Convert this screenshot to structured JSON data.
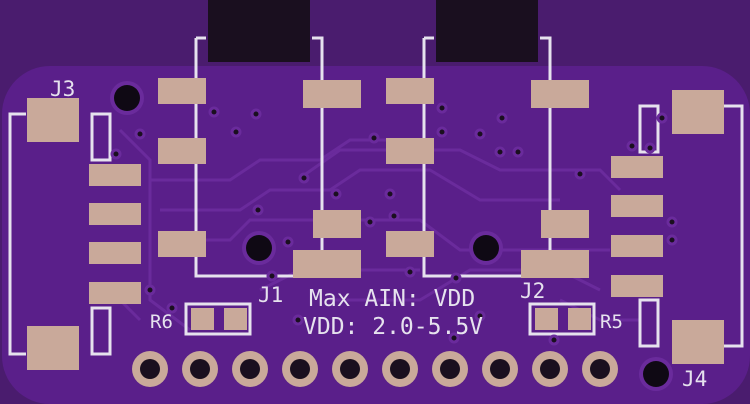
{
  "board": {
    "colors": {
      "background": "#4a1c6e",
      "soldermask": "#5a1f8a",
      "trace": "#6a2b9c",
      "pad_copper": "#c9a99a",
      "silkscreen": "#e6e2ee",
      "connector_body": "#1a0f1f",
      "via": "#1a0f1f"
    },
    "silkscreen": {
      "designators": {
        "j1": "J1",
        "j2": "J2",
        "j3": "J3",
        "j4": "J4",
        "r5": "R5",
        "r6": "R6"
      },
      "notes": {
        "max_ain": "Max AIN: VDD",
        "vdd_range": "VDD: 2.0-5.5V"
      }
    },
    "header_pin_count": 10
  }
}
